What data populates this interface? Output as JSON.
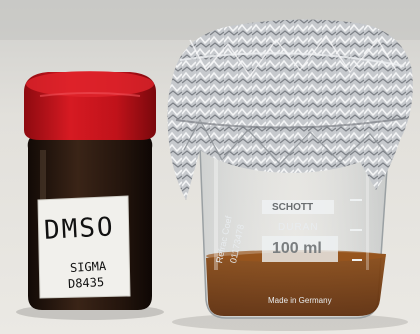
{
  "photo": {
    "bottle_label": {
      "name": "DMSO",
      "maker": "SIGMA",
      "code": "D8435"
    },
    "beaker_print": {
      "brand": "SCHOTT",
      "line": "DURAN",
      "volume": "100 ml",
      "origin": "Made in Germany",
      "refrac_note": "Refrac Coef",
      "catalog": "01173478"
    },
    "colors": {
      "cap": "#c8141c",
      "bottle_glass": "#2a1a12",
      "liquid": "#7a3e10",
      "foil": "#c9ccd0",
      "surface": "#e6e4df"
    }
  }
}
